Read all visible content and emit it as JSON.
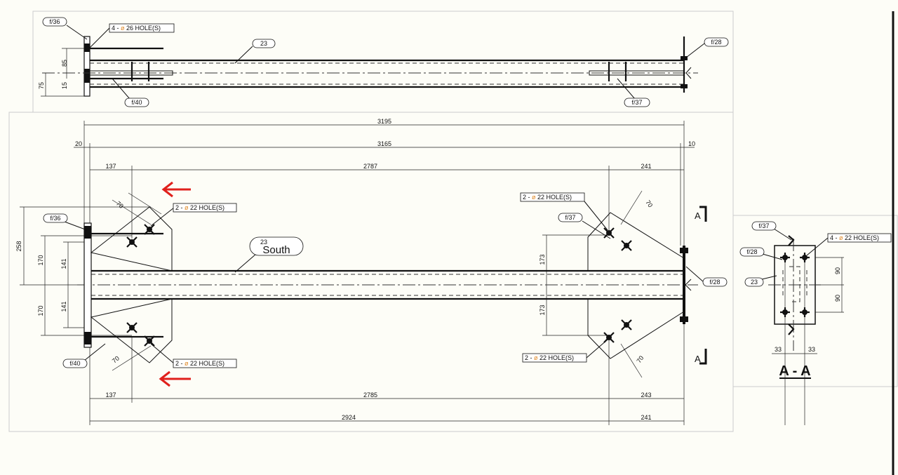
{
  "top_view": {
    "labels": {
      "f36": "f/36",
      "f40": "f/40",
      "f28": "f/28",
      "f37": "f/37",
      "part": "23"
    },
    "hole_note": {
      "prefix": "4 - ",
      "phi": "ø",
      "text": " 26 HOLE(S)"
    },
    "dims": {
      "d85": "85",
      "d15": "15",
      "d75": "75"
    }
  },
  "main_view": {
    "labels": {
      "f36": "f/36",
      "f40": "f/40",
      "f37": "f/37",
      "f28": "f/28",
      "part_no": "23",
      "part_name": "South",
      "section_a": "A"
    },
    "hole_notes": [
      {
        "prefix": "2 - ",
        "phi": "ø",
        "text": " 22 HOLE(S)"
      },
      {
        "prefix": "2 - ",
        "phi": "ø",
        "text": " 22 HOLE(S)"
      },
      {
        "prefix": "2 - ",
        "phi": "ø",
        "text": " 22 HOLE(S)"
      },
      {
        "prefix": "2 - ",
        "phi": "ø",
        "text": " 22 HOLE(S)"
      }
    ],
    "dims": {
      "overall": "3195",
      "inner": "3165",
      "left_offset": "20",
      "right_offset": "10",
      "top_left": "137",
      "top_mid": "2787",
      "top_right": "241",
      "bot_left": "137",
      "bot_mid": "2785",
      "bot_right": "243",
      "bot2_mid": "2924",
      "bot2_right": "241",
      "h258": "258",
      "h170a": "170",
      "h170b": "170",
      "h141a": "141",
      "h141b": "141",
      "h173a": "173",
      "h173b": "173",
      "g70a": "70",
      "g70b": "70",
      "g70c": "70",
      "g70d": "70"
    },
    "accent_color": "#e0201c"
  },
  "section_view": {
    "title": "A - A",
    "labels": {
      "f37": "f/37",
      "f28": "f/28",
      "part": "23"
    },
    "hole_note": {
      "prefix": "4 - ",
      "phi": "ø",
      "text": " 22 HOLE(S)"
    },
    "dims": {
      "v90a": "90",
      "v90b": "90",
      "h33a": "33",
      "h33b": "33"
    }
  }
}
